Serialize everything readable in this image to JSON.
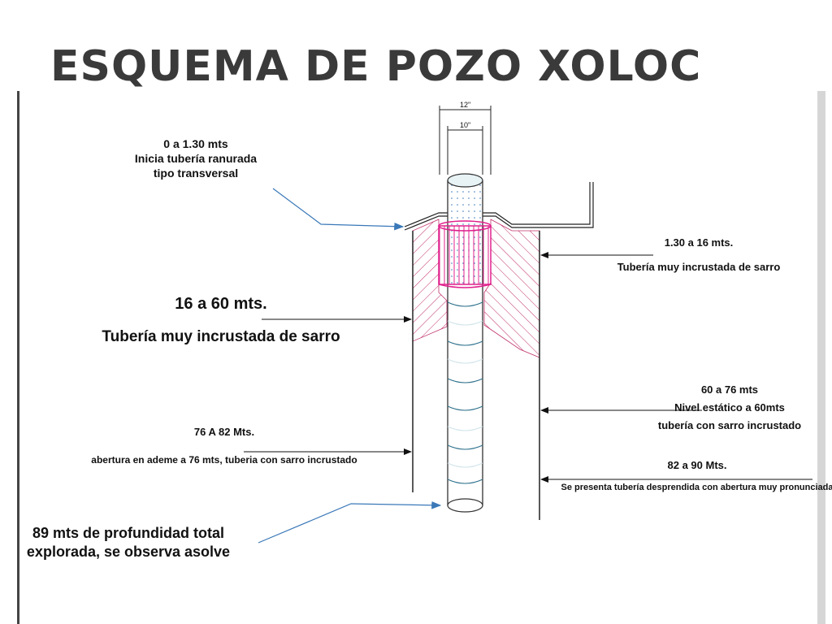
{
  "title": "ESQUEMA DE POZO XOLOC",
  "dimensions": {
    "outer": "12\"",
    "inner": "10\""
  },
  "annotations": {
    "top_slotted": [
      "0 a 1.30 mts",
      "Inicia tubería ranurada",
      "tipo transversal"
    ],
    "right_1_30": [
      "1.30 a 16 mts.",
      "Tubería muy incrustada de sarro"
    ],
    "left_16_60": [
      "16 a 60 mts.",
      "Tubería muy incrustada de sarro"
    ],
    "right_60_76": [
      "60 a 76 mts",
      "Nivel estático a 60mts",
      "tubería con sarro incrustado"
    ],
    "left_76_82": [
      "76 A 82 Mts.",
      "abertura en ademe a 76 mts, tuberia con sarro incrustado"
    ],
    "right_82_90": [
      "82 a 90 Mts.",
      "Se presenta tubería desprendida con abertura muy pronunciada"
    ],
    "bottom_depth": [
      "89 mts de profundidad total",
      "explorada, se observa asolve"
    ]
  },
  "colors": {
    "pipe": "#ffffff",
    "pipe_band": "#cfe3ea",
    "collar": "#e0208c",
    "hatch": "#c0306a",
    "leader_blue": "#3a78b8",
    "leader_black": "#111111"
  }
}
